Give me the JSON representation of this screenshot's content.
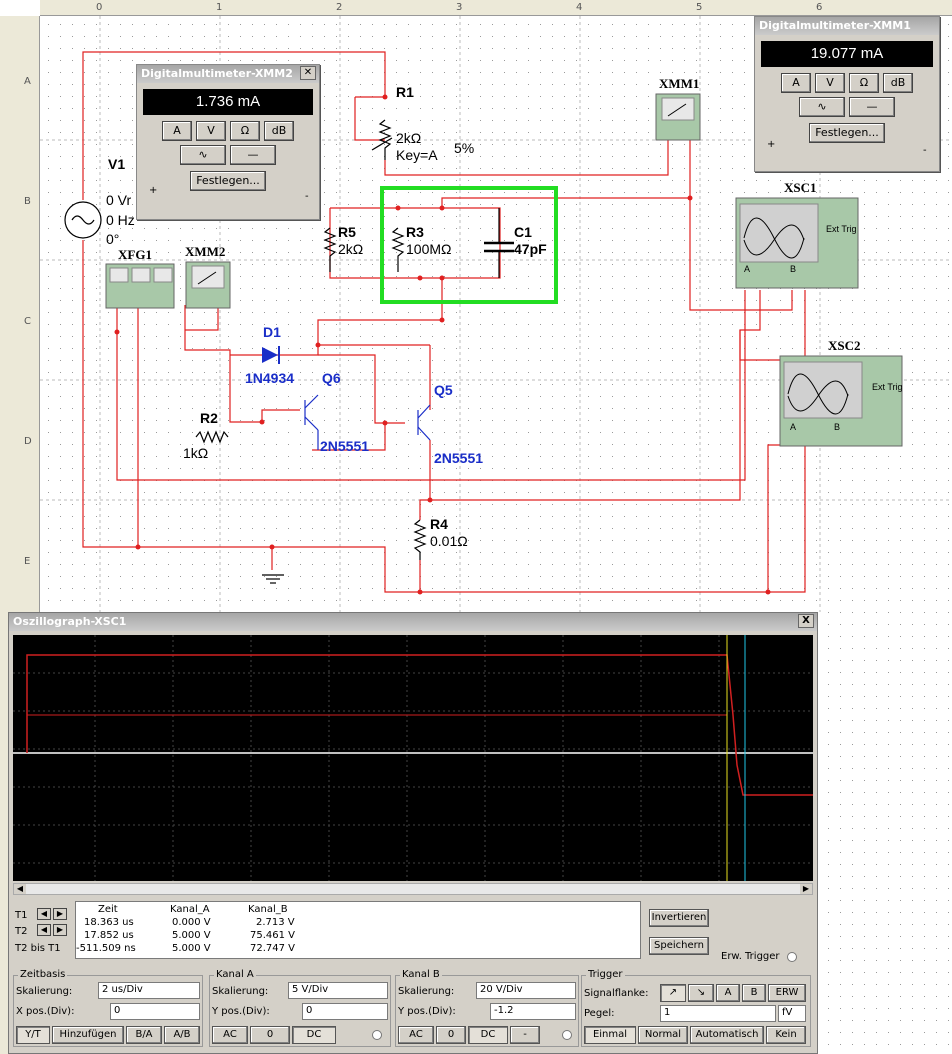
{
  "ruler": {
    "top_ticks": [
      "0",
      "1",
      "2",
      "3",
      "4",
      "5",
      "6"
    ],
    "left_ticks": [
      "A",
      "B",
      "C",
      "D",
      "E"
    ]
  },
  "schematic": {
    "R1": {
      "name": "R1",
      "value": "2kΩ",
      "key": "Key=A",
      "tol": "5%"
    },
    "V1": {
      "name": "V1",
      "l1": "0 Vr",
      "l2": "0 Hz",
      "l3": "0°"
    },
    "R5": {
      "name": "R5",
      "value": "2kΩ"
    },
    "R3": {
      "name": "R3",
      "value": "100MΩ"
    },
    "C1": {
      "name": "C1",
      "value": "47pF"
    },
    "D1": {
      "name": "D1",
      "value": "1N4934"
    },
    "Q6": {
      "name": "Q6",
      "value": "2N5551"
    },
    "Q5": {
      "name": "Q5",
      "value": "2N5551"
    },
    "R2": {
      "name": "R2",
      "value": "1kΩ"
    },
    "R4": {
      "name": "R4",
      "value": "0.01Ω"
    },
    "XFG1": "XFG1",
    "XMM2": "XMM2",
    "XMM1": "XMM1",
    "XSC1": "XSC1",
    "XSC2": "XSC2",
    "ext_trig": "Ext Trig",
    "A": "A",
    "B": "B"
  },
  "dmm2": {
    "title": "Digitalmultimeter-XMM2",
    "reading": "1.736 mA",
    "buttons": [
      "A",
      "V",
      "Ω",
      "dB"
    ],
    "set_label": "Festlegen...",
    "plus": "+",
    "minus": "-"
  },
  "dmm1": {
    "title": "Digitalmultimeter-XMM1",
    "reading": "19.077 mA",
    "buttons": [
      "A",
      "V",
      "Ω",
      "dB"
    ],
    "set_label": "Festlegen...",
    "plus": "+",
    "minus": "-"
  },
  "osc": {
    "title": "Oszillograph-XSC1",
    "close": "X",
    "readout": {
      "headers": [
        "Zeit",
        "Kanal_A",
        "Kanal_B"
      ],
      "rows": [
        {
          "label": "T1",
          "time": "18.363 us",
          "a": "0.000 V",
          "b": "2.713 V"
        },
        {
          "label": "T2",
          "time": "17.852 us",
          "a": "5.000 V",
          "b": "75.461 V"
        },
        {
          "label": "T2 bis T1",
          "time": "-511.509 ns",
          "a": "5.000 V",
          "b": "72.747 V"
        }
      ]
    },
    "invert_btn": "Invertieren",
    "save_btn": "Speichern",
    "ext_trigger": "Erw. Trigger",
    "timebase": {
      "title": "Zeitbasis",
      "scale_label": "Skalierung:",
      "scale": "2 us/Div",
      "xpos_label": "X pos.(Div):",
      "xpos": "0",
      "modes": [
        "Y/T",
        "Hinzufügen",
        "B/A",
        "A/B"
      ]
    },
    "chA": {
      "title": "Kanal A",
      "scale_label": "Skalierung:",
      "scale": "5  V/Div",
      "ypos_label": "Y pos.(Div):",
      "ypos": "0",
      "coupling": [
        "AC",
        "0",
        "DC"
      ]
    },
    "chB": {
      "title": "Kanal B",
      "scale_label": "Skalierung:",
      "scale": "20  V/Div",
      "ypos_label": "Y pos.(Div):",
      "ypos": "-1.2",
      "coupling": [
        "AC",
        "0",
        "DC",
        "-"
      ]
    },
    "trigger": {
      "title": "Trigger",
      "edge_label": "Signalflanke:",
      "edge_btns": [
        "A",
        "B",
        "ERW"
      ],
      "level_label": "Pegel:",
      "level": "1",
      "level_unit": "fV",
      "modes": [
        "Einmal",
        "Normal",
        "Automatisch",
        "Kein"
      ]
    }
  },
  "colors": {
    "wire": "#e02020",
    "trace": "#d02020",
    "highlight": "#22dd22",
    "component": "#1a2ec8"
  }
}
